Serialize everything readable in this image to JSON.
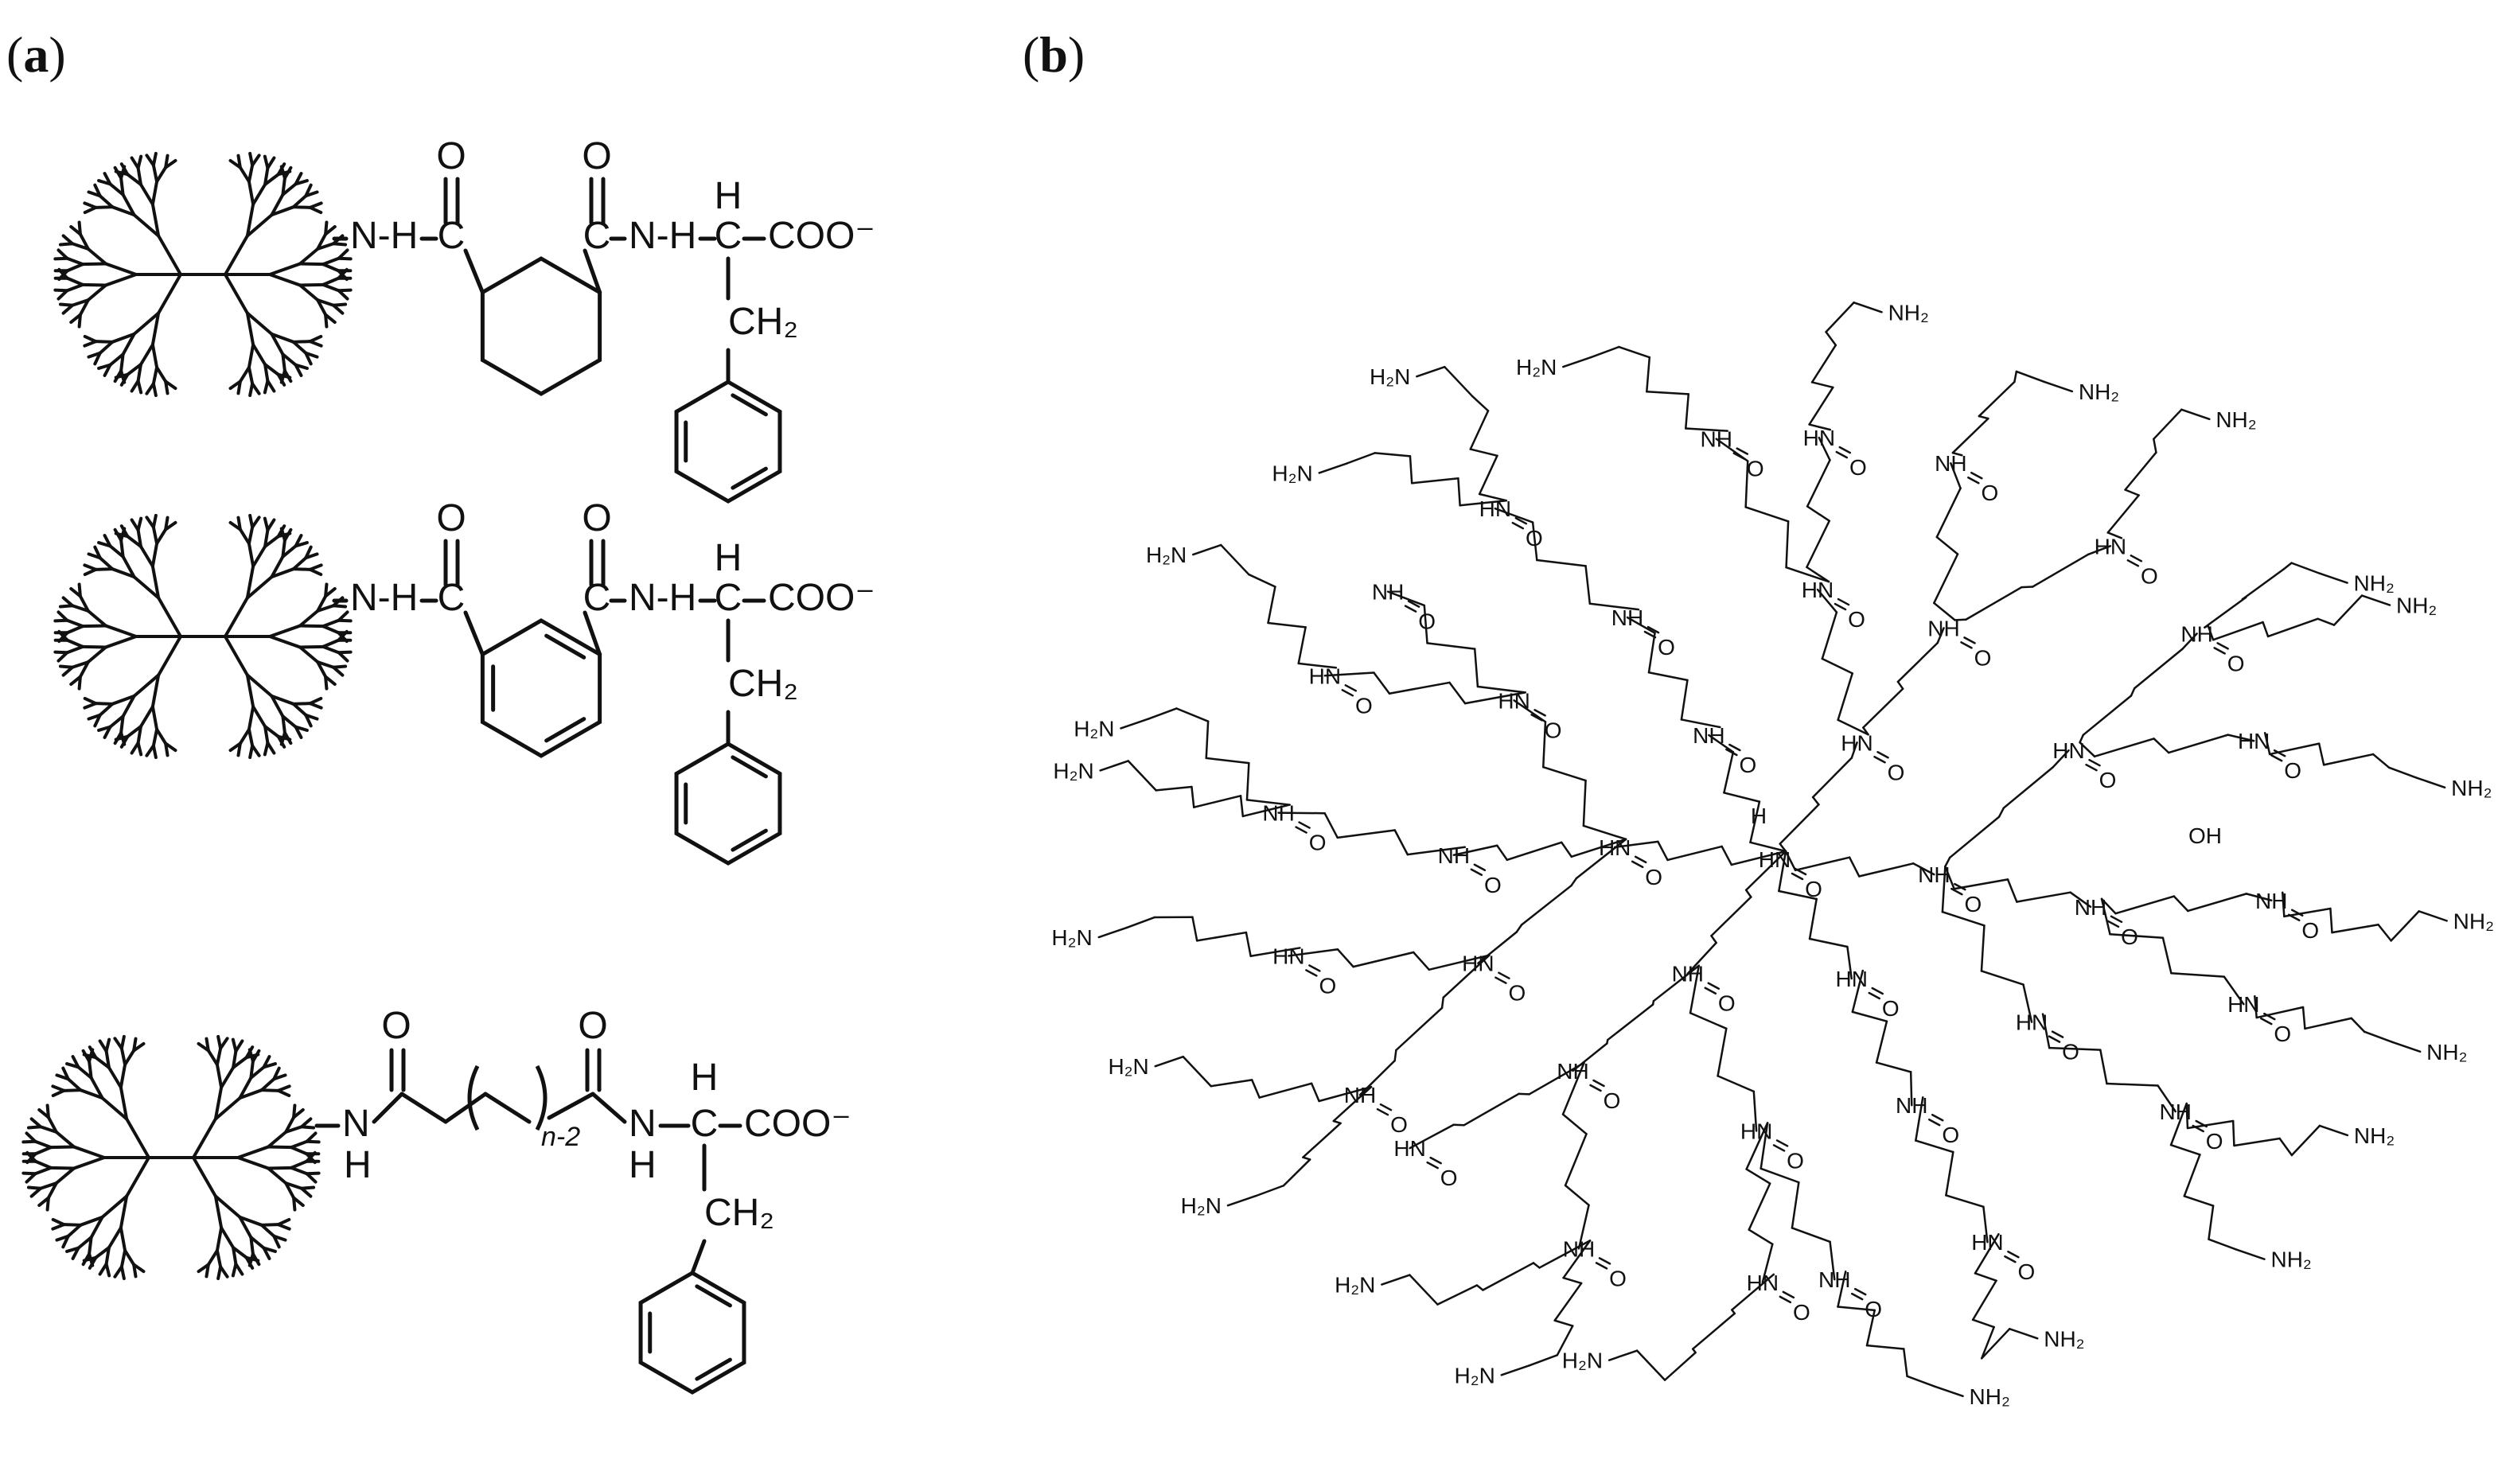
{
  "panels": {
    "a": {
      "label_open": "(",
      "label_letter": "a",
      "label_close": ")",
      "structures": [
        {
          "left_nh": "N-H",
          "carbonyl1_o": "O",
          "carbonyl2_o": "O",
          "alpha_h": "H",
          "amide2_nh": "N-H",
          "c_label_1": "C",
          "c_label_2": "C",
          "alpha_c": "C",
          "carboxylate": "COO⁻",
          "side_chain": "CH₂",
          "linker": "cyclohexane"
        },
        {
          "left_nh": "N-H",
          "carbonyl1_o": "O",
          "carbonyl2_o": "O",
          "alpha_h": "H",
          "amide2_nh": "N-H",
          "c_label_1": "C",
          "c_label_2": "C",
          "alpha_c": "C",
          "carboxylate": "COO⁻",
          "side_chain": "CH₂",
          "linker": "benzene"
        },
        {
          "left_n": "N",
          "left_h": "H",
          "carbonyl1_o": "O",
          "carbonyl2_o": "O",
          "alpha_h": "H",
          "amide2_n": "N",
          "amide2_h": "H",
          "alpha_c": "C",
          "carboxylate": "COO⁻",
          "side_chain": "CH₂",
          "repeat_subscript": "n-2",
          "linker": "alkyl chain"
        }
      ]
    },
    "b": {
      "label_open": "(",
      "label_letter": "b",
      "label_close": ")",
      "groups": {
        "amine": "NH₂",
        "amine_left": "H₂N",
        "amide": "NH",
        "amide_left": "HN",
        "oxygen": "O",
        "hydroxyl": "OH",
        "hydrogen": "H"
      }
    }
  },
  "colors": {
    "ink": "#111111",
    "background": "#ffffff"
  }
}
